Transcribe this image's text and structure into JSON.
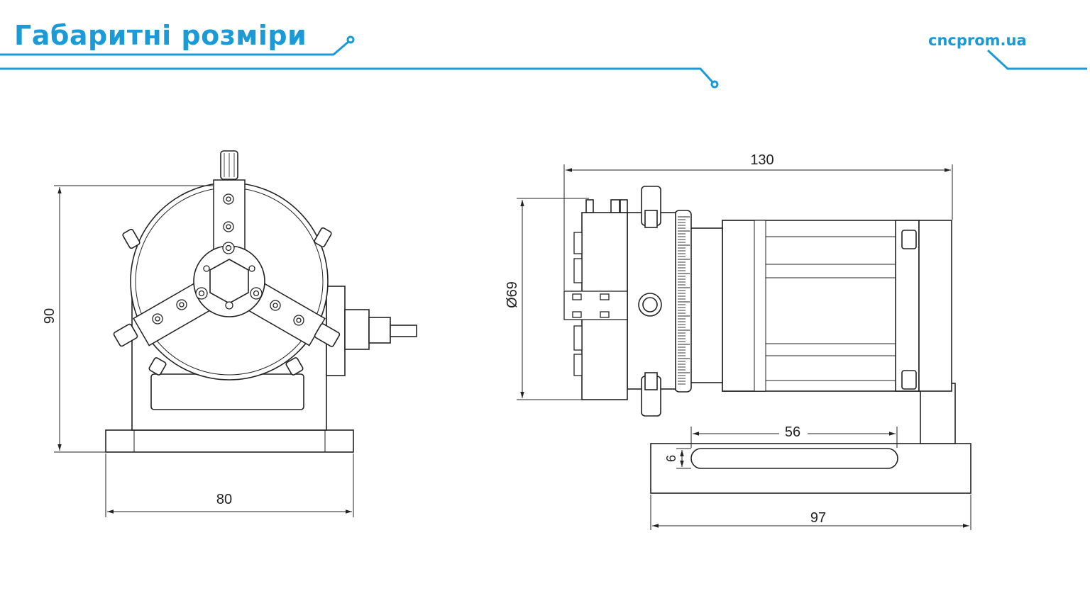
{
  "header": {
    "title": "Габаритні розміри",
    "site": "cncprom.ua",
    "accent_color": "#1a9ad6"
  },
  "front_view": {
    "height": "90",
    "width": "80"
  },
  "side_view": {
    "length": "130",
    "chuck_diameter": "Ø69",
    "slot_length": "56",
    "slot_width": "6",
    "base_length": "97"
  }
}
